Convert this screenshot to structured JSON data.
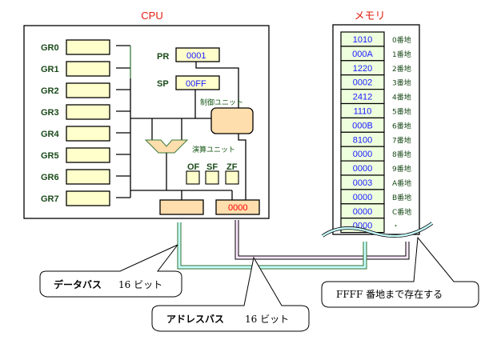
{
  "cpu": {
    "title": "CPU",
    "general_registers": [
      {
        "label": "GR0",
        "value": ""
      },
      {
        "label": "GR1",
        "value": ""
      },
      {
        "label": "GR2",
        "value": ""
      },
      {
        "label": "GR3",
        "value": ""
      },
      {
        "label": "GR4",
        "value": ""
      },
      {
        "label": "GR5",
        "value": ""
      },
      {
        "label": "GR6",
        "value": ""
      },
      {
        "label": "GR7",
        "value": ""
      }
    ],
    "pr": {
      "label": "PR",
      "value": "0001"
    },
    "sp": {
      "label": "SP",
      "value": "00FF"
    },
    "control_unit_label": "制御ユニット",
    "alu_label": "演算ユニット",
    "flags": [
      {
        "label": "OF"
      },
      {
        "label": "SF"
      },
      {
        "label": "ZF"
      }
    ],
    "data_register_value": "",
    "address_register_value": "0000"
  },
  "memory": {
    "title": "メモリ",
    "cells": [
      {
        "value": "1010",
        "address": "0番地"
      },
      {
        "value": "000A",
        "address": "1番地"
      },
      {
        "value": "1220",
        "address": "2番地"
      },
      {
        "value": "0002",
        "address": "3番地"
      },
      {
        "value": "2412",
        "address": "4番地"
      },
      {
        "value": "1110",
        "address": "5番地"
      },
      {
        "value": "000B",
        "address": "6番地"
      },
      {
        "value": "8100",
        "address": "7番地"
      },
      {
        "value": "0000",
        "address": "8番地"
      },
      {
        "value": "0000",
        "address": "9番地"
      },
      {
        "value": "0003",
        "address": "A番地"
      },
      {
        "value": "0000",
        "address": "B番地"
      },
      {
        "value": "0000",
        "address": "C番地"
      },
      {
        "value": "0000",
        "address": "・"
      }
    ]
  },
  "callouts": {
    "data_bus": {
      "name": "データバス",
      "bits": "16 ビット"
    },
    "address_bus": {
      "name": "アドレスバス",
      "bits": "16 ビット"
    },
    "memory_end": "FFFF 番地まで存在する"
  },
  "colors": {
    "title": "#e02010",
    "register_fill": "#ffffcc",
    "unit_fill": "#ffdead",
    "memory_cell_fill": "#eeffdd",
    "data_bus": "#c8ffff",
    "address_bus": "#ffe8ff",
    "value_text": "#1a1aff",
    "address_register_text": "#ff0000"
  }
}
